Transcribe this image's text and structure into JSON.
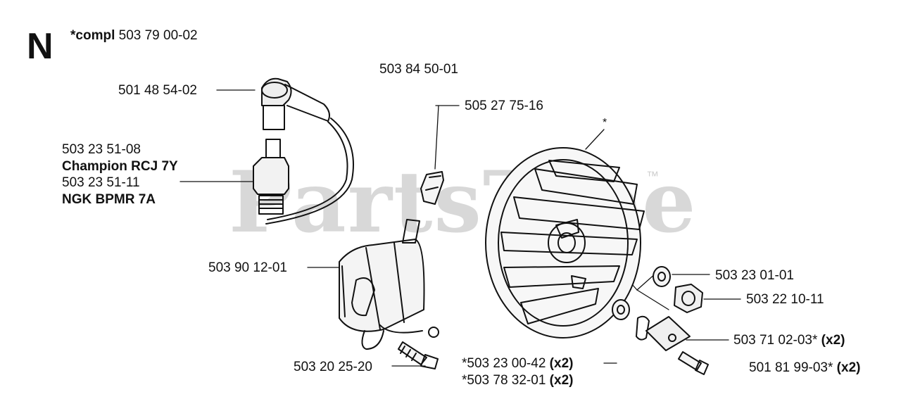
{
  "diagram": {
    "section_letter": "N",
    "assembly": {
      "prefix": "*compl",
      "part": "503 79 00-02"
    },
    "watermark": {
      "text": "PartsTree",
      "tm": "™"
    },
    "parts": [
      {
        "id": "plug-cap",
        "number": "501 48 54-02"
      },
      {
        "id": "ignition-kit",
        "number": "503 84 50-01"
      },
      {
        "id": "terminal",
        "number": "505 27 75-16"
      },
      {
        "id": "flywheel-star",
        "number": "*"
      },
      {
        "id": "spark-plug-champion",
        "number": "503 23 51-08",
        "name": "Champion RCJ 7Y"
      },
      {
        "id": "spark-plug-ngk",
        "number": "503 23 51-11",
        "name": "NGK BPMR 7A"
      },
      {
        "id": "ignition-module",
        "number": "503 90 12-01"
      },
      {
        "id": "washer",
        "number": "503 23 01-01"
      },
      {
        "id": "nut",
        "number": "503 22 10-11"
      },
      {
        "id": "pawl",
        "number": "503 71 02-03*",
        "qty": "(x2)"
      },
      {
        "id": "screw-module",
        "number": "503 20 25-20"
      },
      {
        "id": "pawl-screw",
        "number": "*503 23 00-42",
        "qty": "(x2)"
      },
      {
        "id": "spring",
        "number": "*503 78 32-01",
        "qty": "(x2)"
      },
      {
        "id": "pawl-bolt",
        "number": "501 81 99-03*",
        "qty": "(x2)"
      }
    ]
  }
}
